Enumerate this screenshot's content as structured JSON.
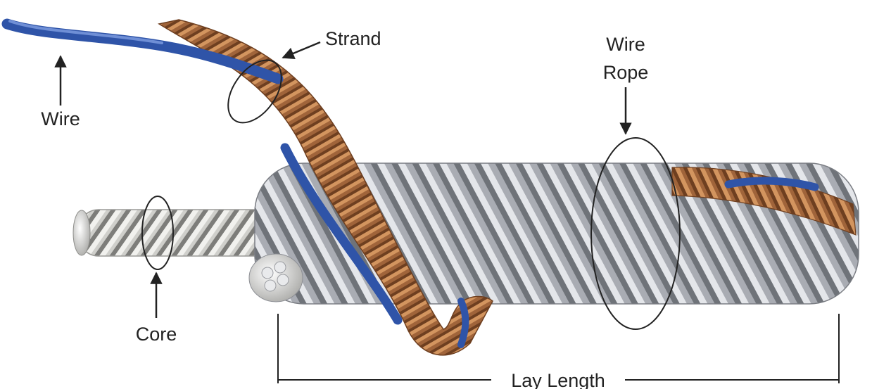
{
  "labels": {
    "wire": "Wire",
    "strand": "Strand",
    "wire_rope_line1": "Wire",
    "wire_rope_line2": "Rope",
    "core": "Core",
    "lay_length": "Lay Length"
  },
  "colors": {
    "steel": "#a9acb3",
    "steel_dark": "#6f7379",
    "steel_light": "#e4e6ea",
    "core_light": "#d9d9d6",
    "core_dark": "#7d7d7a",
    "copper": "#a0643a",
    "copper_dark": "#6e3f20",
    "blue_wire": "#2f54a8",
    "line": "#222222"
  },
  "icons": {
    "arrow": "arrow-icon",
    "callout": "callout-ellipse-icon"
  }
}
